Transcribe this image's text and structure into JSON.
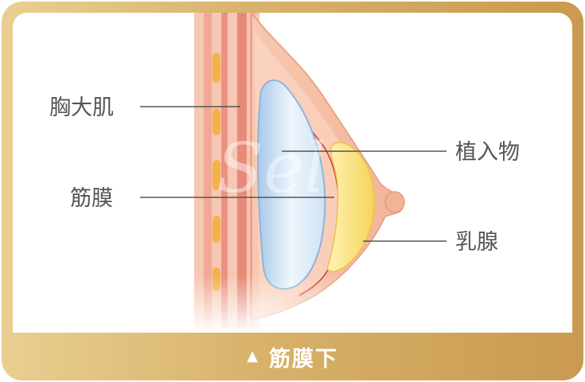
{
  "labels": {
    "pectoralis": "胸大肌",
    "fascia": "筋膜",
    "implant": "植入物",
    "gland": "乳腺"
  },
  "footer": {
    "title": "筋膜下"
  },
  "watermark": {
    "text": "Sel"
  },
  "colors": {
    "frame_gold": "#d8b16a",
    "tissue_pink": "#f3bfa4",
    "muscle_red": "#e98d7d",
    "implant_blue": "#c9dff2",
    "gland_yellow": "#f6dd6a",
    "fascia_line": "#cc3d3d"
  }
}
